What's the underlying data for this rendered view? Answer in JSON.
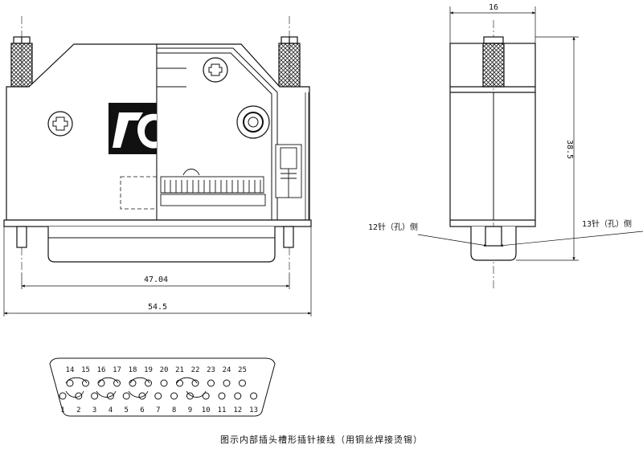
{
  "dimensions": {
    "inner_width": "47.04",
    "outer_width": "54.5",
    "side_width": "16",
    "side_height": "38.5"
  },
  "labels": {
    "pin12_side": "12针（孔）侧",
    "pin13_side": "13针（孔）侧",
    "caption": "图示内部插头槽形插针接线（用铜丝焊接烫锡）"
  },
  "pins": {
    "top_row": [
      "14",
      "15",
      "16",
      "17",
      "18",
      "19",
      "20",
      "21",
      "22",
      "23",
      "24",
      "25"
    ],
    "bottom_row": [
      "1",
      "2",
      "3",
      "4",
      "5",
      "6",
      "7",
      "8",
      "9",
      "10",
      "11",
      "12",
      "13"
    ]
  }
}
